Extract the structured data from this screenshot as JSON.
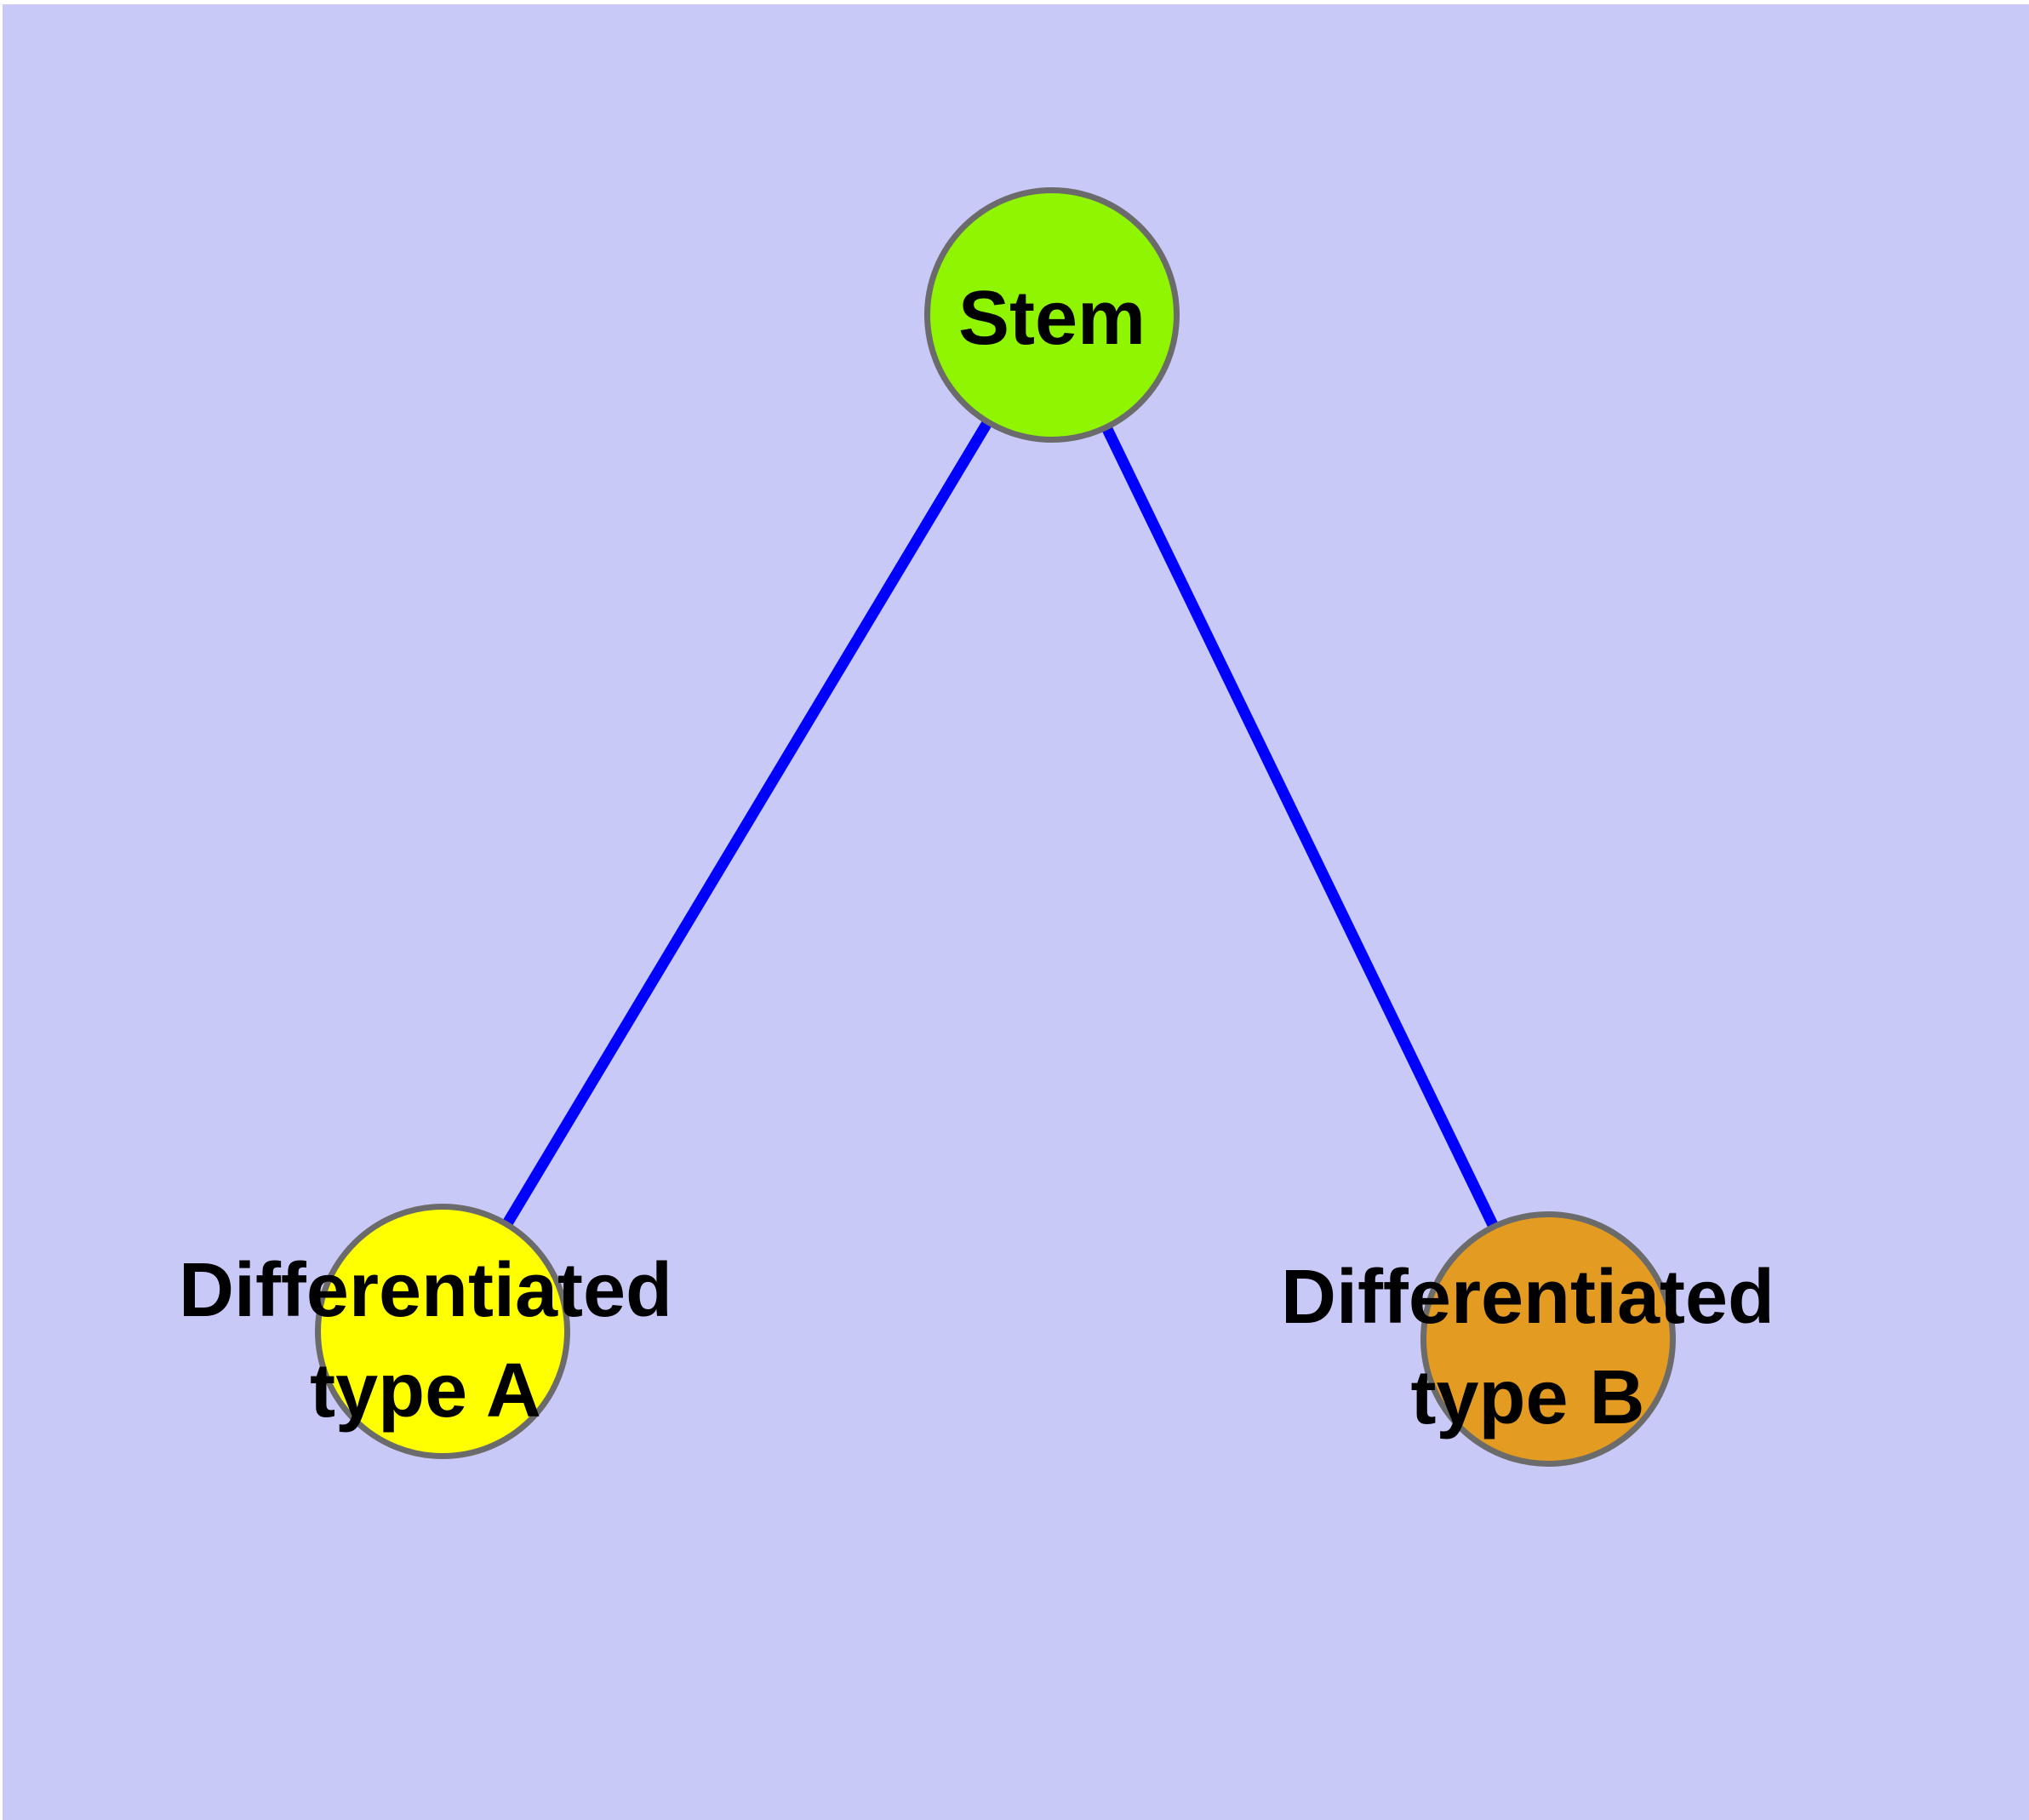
{
  "canvas": {
    "margin_color": "#ffffff",
    "panel_background": "#c9c9f8"
  },
  "colors": {
    "edge": "#0000ff",
    "node_border": "#6b6b6b",
    "label_text": "#000000",
    "stem_fill": "#8ff500",
    "type_a_fill": "#ffff00",
    "type_b_fill": "#e39b21"
  },
  "nodes": {
    "stem": {
      "label": "Stem",
      "fill": "#8ff500"
    },
    "type_a": {
      "label_line1": "Differentiated",
      "label_line2": "type A",
      "fill": "#ffff00"
    },
    "type_b": {
      "label_line1": "Differentiated",
      "label_line2": "type B",
      "fill": "#e39b21"
    }
  },
  "edges": [
    {
      "from": "stem",
      "to": "type_a"
    },
    {
      "from": "stem",
      "to": "type_b"
    }
  ]
}
